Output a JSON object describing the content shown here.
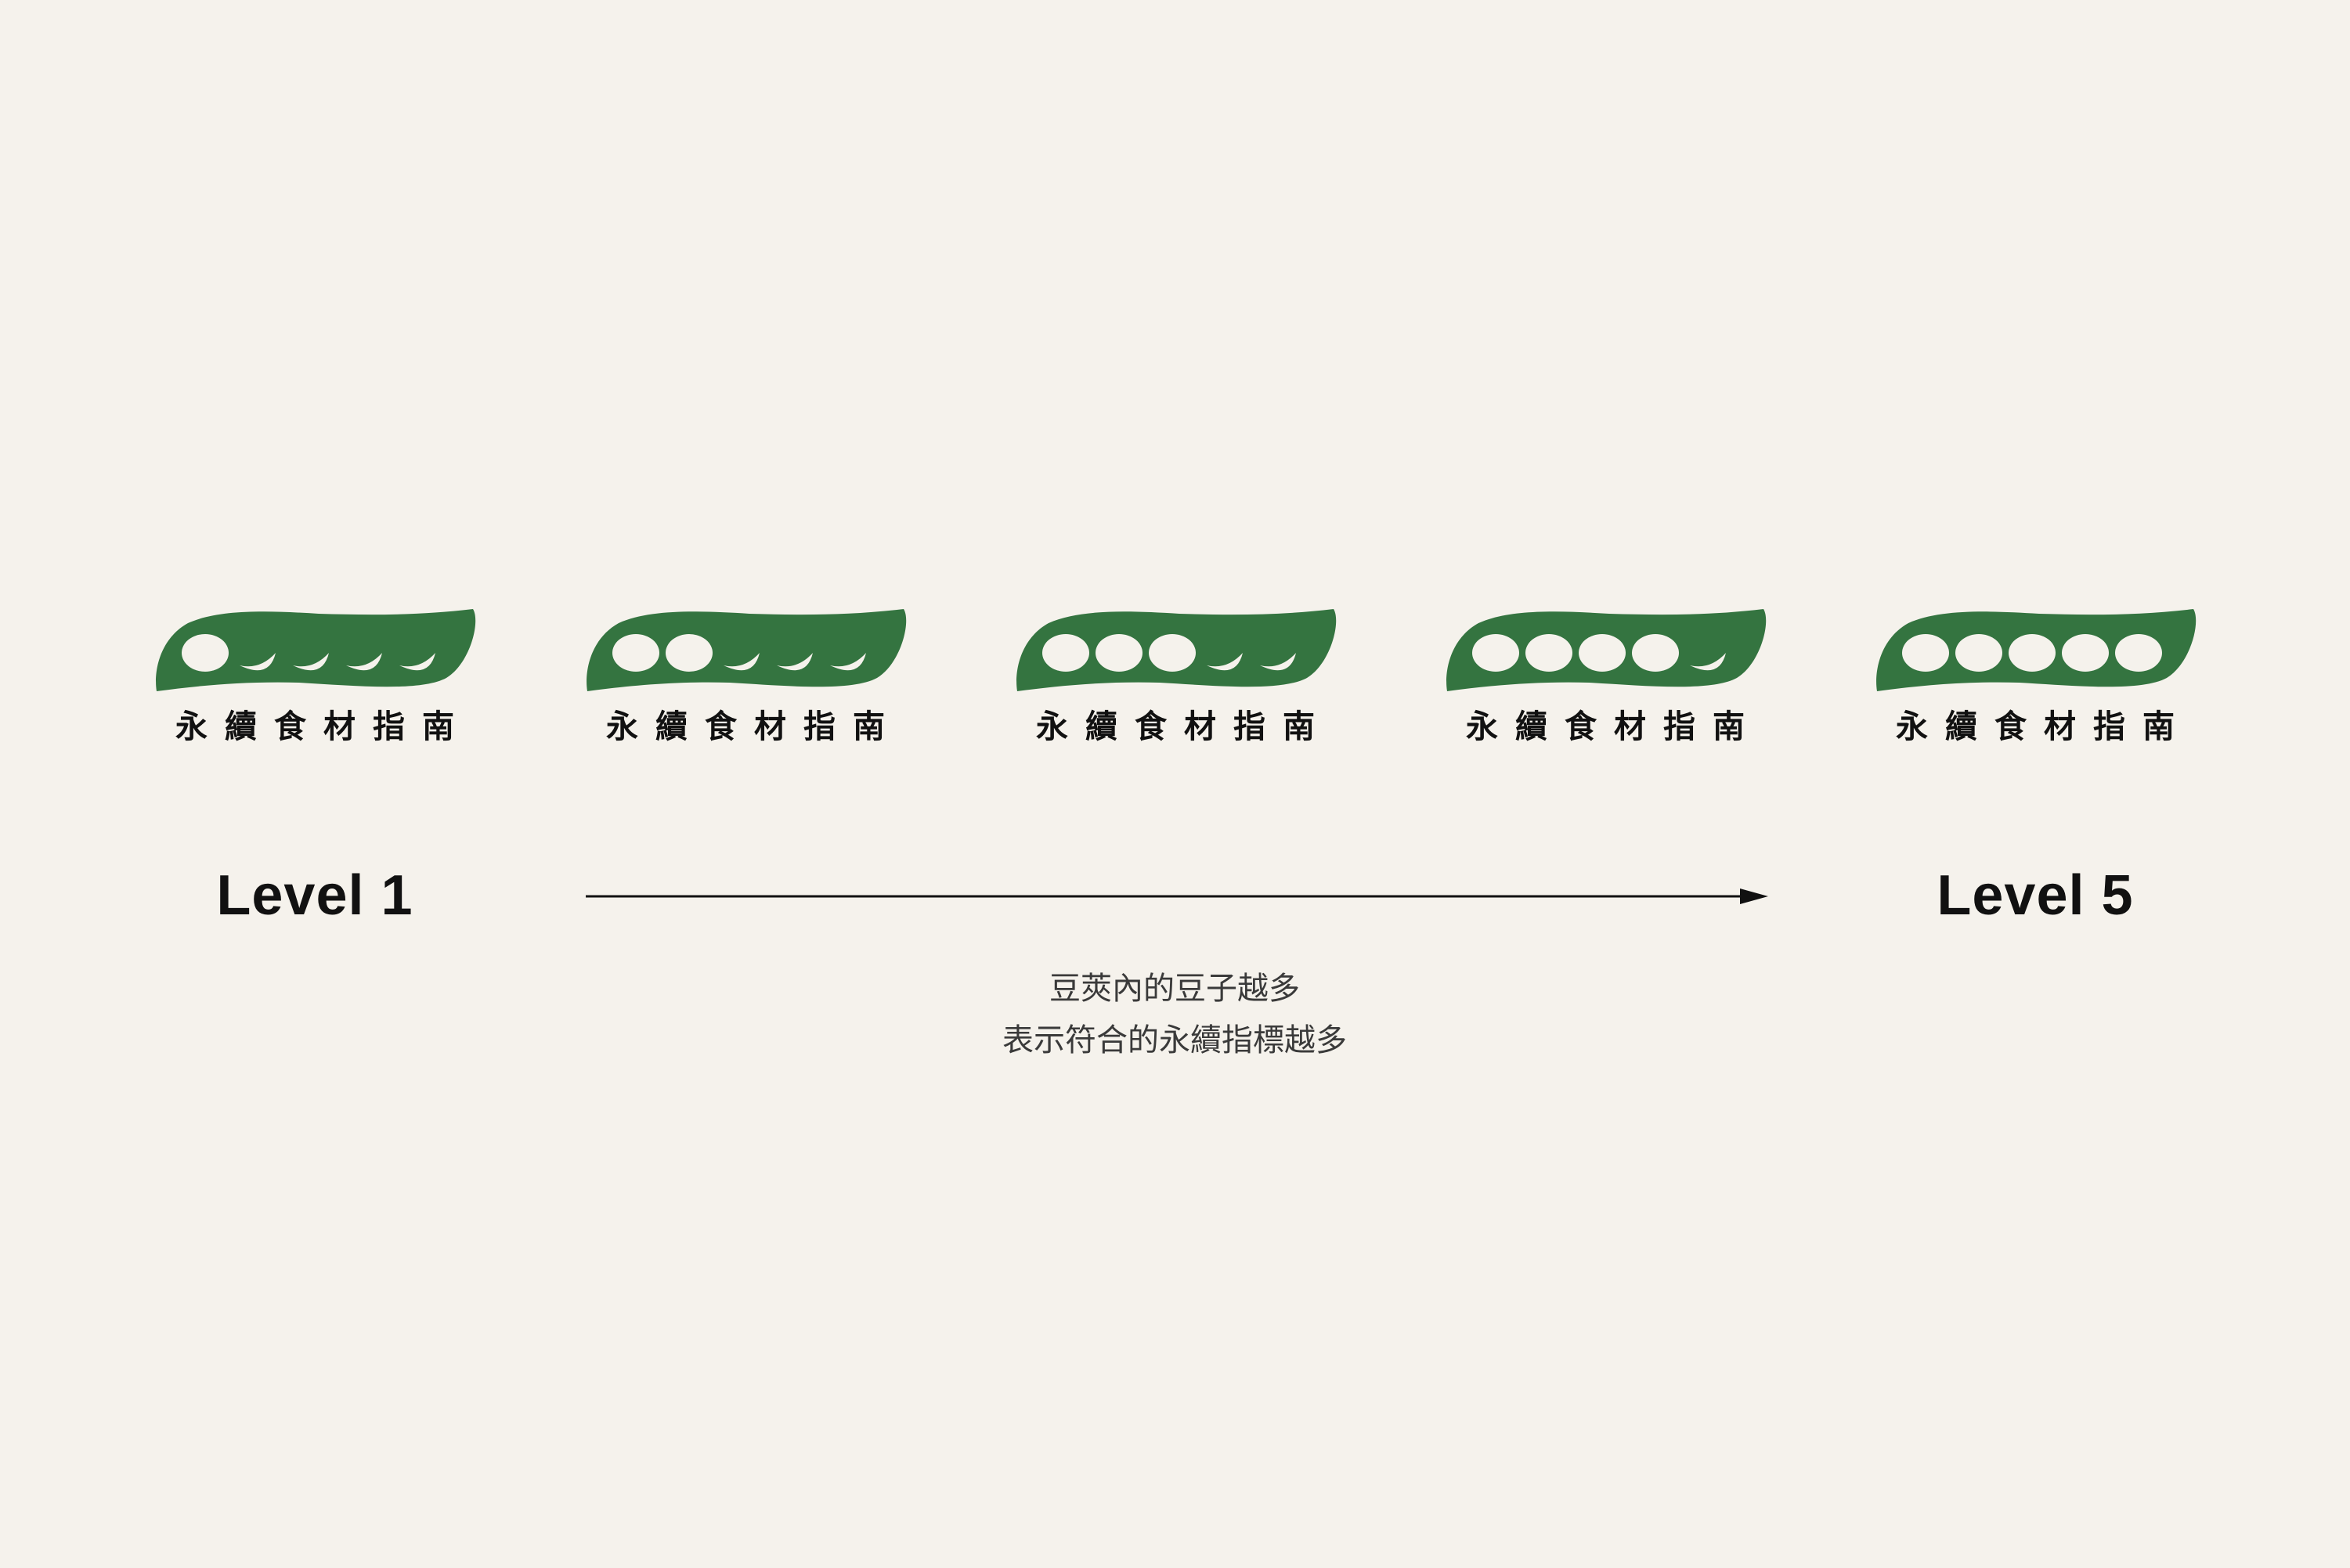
{
  "colors": {
    "background": "#f5f2ec",
    "pod_green": "#347440",
    "bean_fill": "#f5f2ec",
    "text_dark": "#111111",
    "caption_text": "#3a3a3a"
  },
  "pods": [
    {
      "level": 1,
      "beans_filled": 1,
      "beans_total": 5,
      "label": "永續食材指南"
    },
    {
      "level": 2,
      "beans_filled": 2,
      "beans_total": 5,
      "label": "永續食材指南"
    },
    {
      "level": 3,
      "beans_filled": 3,
      "beans_total": 5,
      "label": "永續食材指南"
    },
    {
      "level": 4,
      "beans_filled": 4,
      "beans_total": 5,
      "label": "永續食材指南"
    },
    {
      "level": 5,
      "beans_filled": 5,
      "beans_total": 5,
      "label": "永續食材指南"
    }
  ],
  "scale": {
    "start_label": "Level 1",
    "end_label": "Level 5"
  },
  "description": {
    "line1": "豆莢內的豆子越多",
    "line2": "表示符合的永續指標越多"
  },
  "icons": {
    "pod": "pea-pod-icon",
    "arrow": "arrow-right-icon"
  }
}
